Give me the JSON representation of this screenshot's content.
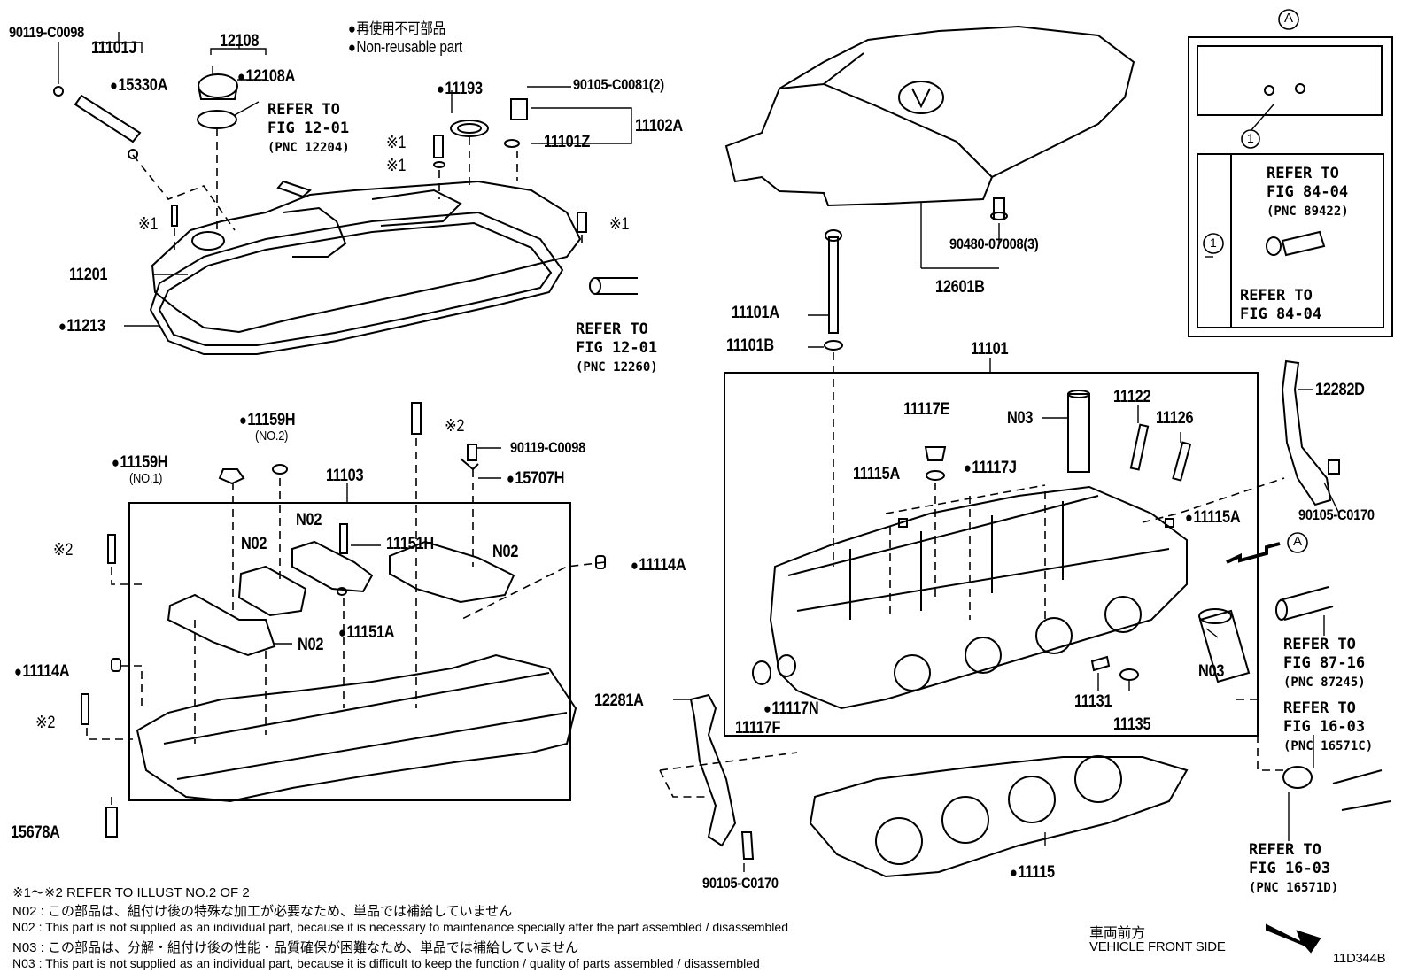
{
  "legend": {
    "jp": "再使用不可部品",
    "en": "Non-reusable part"
  },
  "labels": {
    "p90119_top": "90119-C0098",
    "p11101j": "11101J",
    "p15330a": "15330A",
    "p12108": "12108",
    "p12108a": "12108A",
    "p11193": "11193",
    "p90105_c0081": "90105-C0081(2)",
    "p11102a": "11102A",
    "p11101z": "11101Z",
    "k1a": "※1",
    "k1b": "※1",
    "k1c": "※1",
    "k1d": "※1",
    "p11201": "11201",
    "p11213": "11213",
    "p90480": "90480-07008(3)",
    "p12601b": "12601B",
    "p11101a": "11101A",
    "p11101b": "11101B",
    "p11101": "11101",
    "p11117e": "11117E",
    "n03a": "N03",
    "p11122": "11122",
    "p11126": "11126",
    "p11115a_l": "11115A",
    "p11117j": "11117J",
    "p11115a_r": "11115A",
    "p12282d": "12282D",
    "p90105_c0170_r": "90105-C0170",
    "circle_a_top": "A",
    "circle_a_mid": "A",
    "circle_1a": "1",
    "circle_1b": "1",
    "n03b": "N03",
    "p11131": "11131",
    "p11135": "11135",
    "p11117n": "11117N",
    "p11117f": "11117F",
    "p12281a": "12281A",
    "p90105_c0170_b": "90105-C0170",
    "p11115": "11115",
    "p11159h_no2": "11159H",
    "no2": "(NO.2)",
    "p11159h_no1": "11159H",
    "no1": "(NO.1)",
    "p11103": "11103",
    "p90119_mid": "90119-C0098",
    "p15707h": "15707H",
    "k2a": "※2",
    "k2b": "※2",
    "k2c": "※2",
    "n02a": "N02",
    "n02b": "N02",
    "n02c": "N02",
    "n02d": "N02",
    "p11151h": "11151H",
    "p11151a": "11151A",
    "p11114a_r": "11114A",
    "p11114a_l": "11114A",
    "p15678a": "15678A"
  },
  "refs": {
    "r1": {
      "l1": "REFER TO",
      "l2": "FIG 12-01",
      "l3": "(PNC 12204)"
    },
    "r2": {
      "l1": "REFER TO",
      "l2": "FIG 12-01",
      "l3": "(PNC 12260)"
    },
    "r3": {
      "l1": "REFER TO",
      "l2": "FIG 84-04",
      "l3": "(PNC 89422)"
    },
    "r4": {
      "l1": "REFER TO",
      "l2": "FIG 84-04"
    },
    "r5": {
      "l1": "REFER TO",
      "l2": "FIG 87-16",
      "l3": "(PNC 87245)"
    },
    "r6": {
      "l1": "REFER TO",
      "l2": "FIG 16-03",
      "l3": "(PNC 16571C)"
    },
    "r7": {
      "l1": "REFER TO",
      "l2": "FIG 16-03",
      "l3": "(PNC 16571D)"
    }
  },
  "notes": {
    "n1": "※1～※2  REFER TO ILLUST NO.2 OF 2",
    "n2": "N02 : この部品は、組付け後の特殊な加工が必要なため、単品では補給していません",
    "n3": "N02 : This part is not supplied as an individual part, because it is necessary to maintenance specially after the part assembled / disassembled",
    "n4": "N03 : この部品は、分解・組付け後の性能・品質確保が困難なため、単品では補給していません",
    "n5": "N03 : This part is not supplied as an individual part, because it is difficult to keep the function / quality of parts  assembled / disassembled"
  },
  "front": {
    "jp": "車両前方",
    "en": "VEHICLE FRONT SIDE"
  },
  "illust_id": "11D344B"
}
